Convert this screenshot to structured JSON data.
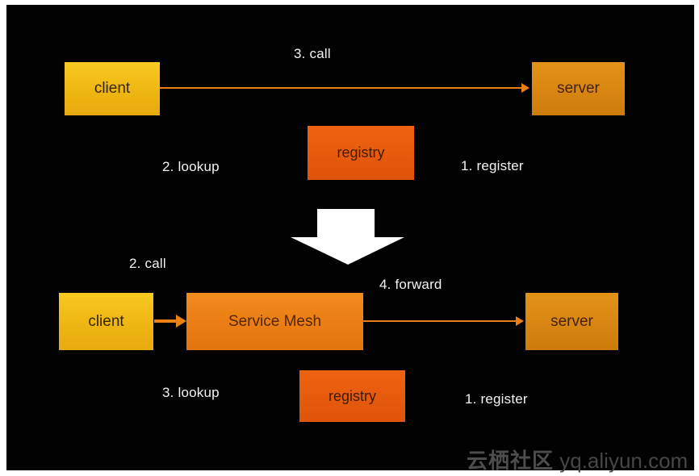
{
  "top_diagram": {
    "call_label": "3. call",
    "client_label": "client",
    "server_label": "server",
    "registry_label": "registry",
    "lookup_label": "2. lookup",
    "register_label": "1. register"
  },
  "bottom_diagram": {
    "call_label": "2. call",
    "client_label": "client",
    "mesh_label": "Service Mesh",
    "forward_label": "4. forward",
    "server_label": "server",
    "registry_label": "registry",
    "lookup_label": "3. lookup",
    "register_label": "1. register"
  },
  "watermark": {
    "site_name": "云栖社区",
    "site_url": "yq.aliyun.com"
  },
  "icons": {
    "transition_arrow": "big-down-arrow-icon",
    "flow_arrowhead": "arrow-right-icon"
  },
  "colors": {
    "canvas_background": "#020202",
    "page_border": "#ffffff",
    "client_box": "#f0ba14",
    "server_box": "#d88611",
    "registry_box": "#e65a0c",
    "mesh_box": "#ea7d13",
    "arrow_line": "#ea8016",
    "label_text": "#f3f3f3",
    "transition_arrow": "#ffffff",
    "watermark_text": "#4d4d4d"
  }
}
